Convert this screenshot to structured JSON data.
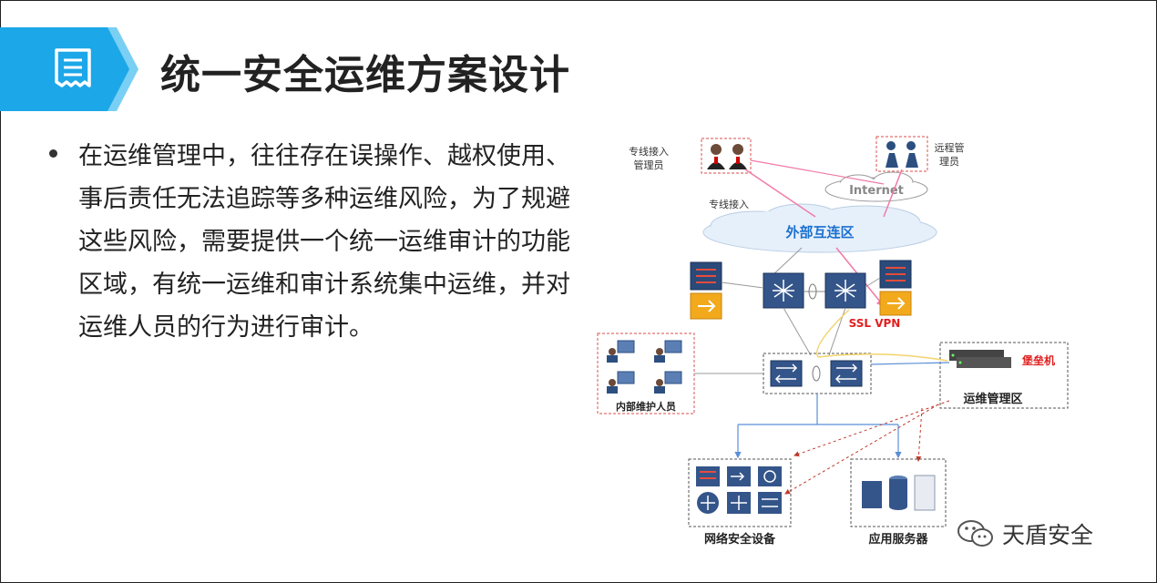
{
  "page": {
    "title": "统一安全运维方案设计",
    "bullet": "在运维管理中，往往存在误操作、越权使用、事后责任无法追踪等多种运维风险，为了规避这些风险，需要提供一个统一运维审计的功能区域，有统一运维和审计系统集中运维，并对运维人员的行为进行审计。"
  },
  "diagram": {
    "dedicated_admin_label_1": "专线接入",
    "dedicated_admin_label_2": "管理员",
    "remote_admin_label_1": "远程管",
    "remote_admin_label_2": "理员",
    "internet_label": "Internet",
    "dedicated_link_label": "专线接入",
    "external_zone_label": "外部互连区",
    "ssl_vpn_label": "SSL VPN",
    "bastion_label": "堡垒机",
    "ops_zone_label": "运维管理区",
    "internal_staff_label": "内部维护人员",
    "net_security_label": "网络安全设备",
    "app_servers_label": "应用服务器",
    "colors": {
      "accent_red": "#e02020",
      "cloud_text": "#1a6fd0",
      "link_pink": "#f07aa8",
      "link_yellow": "#f3d36a",
      "link_blue": "#5b8fd6"
    }
  },
  "watermark": {
    "text": "天盾安全",
    "icon": "wechat-icon"
  },
  "colors": {
    "banner_blue": "#1ca7e8",
    "banner_light": "#79cff4"
  }
}
